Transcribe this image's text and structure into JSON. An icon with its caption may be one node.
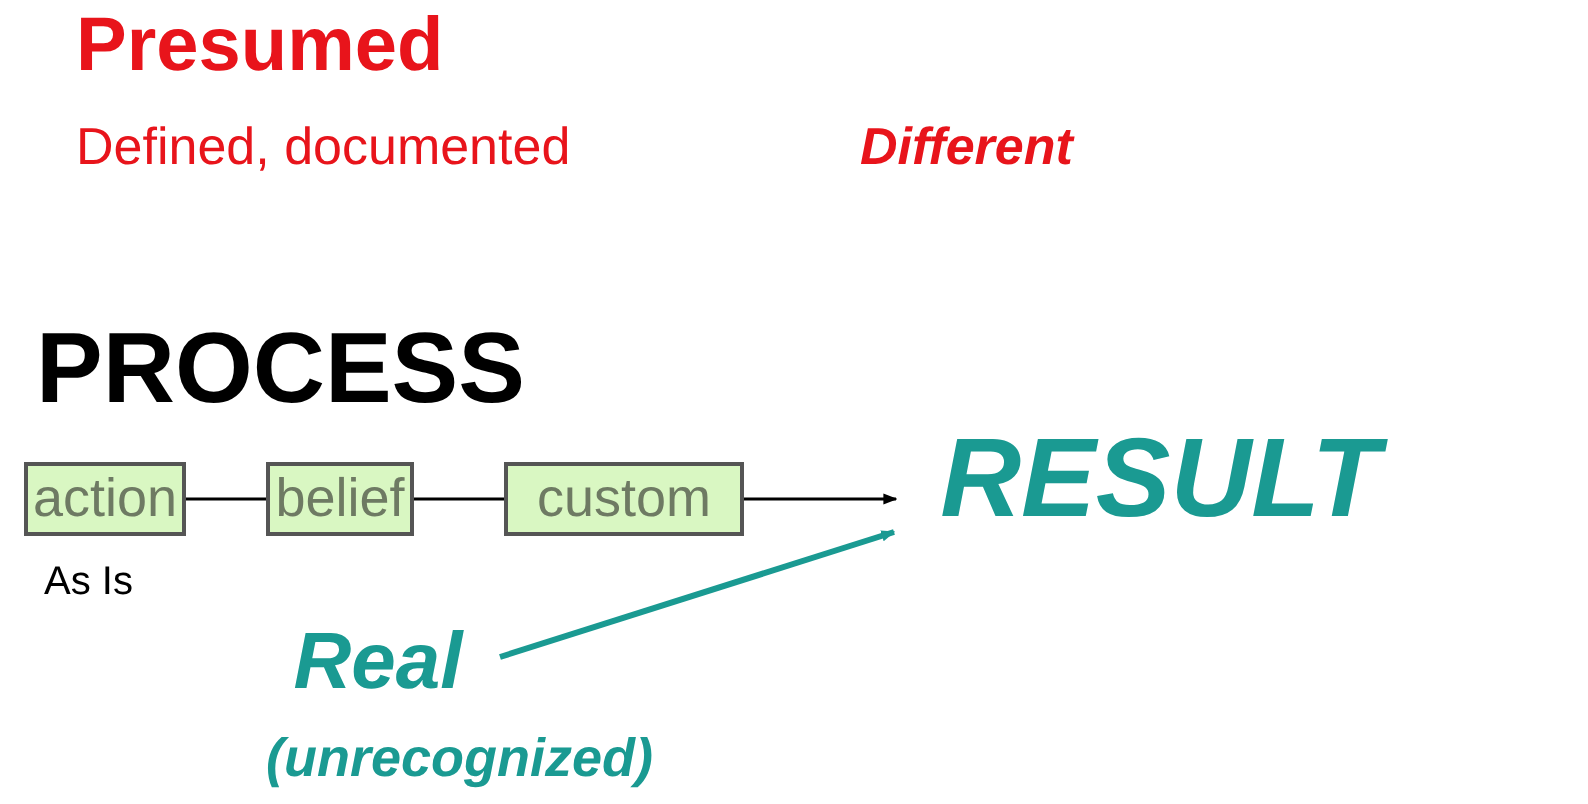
{
  "diagram": {
    "nodes": [
      {
        "text": [
          "action"
        ]
      },
      {
        "text": [
          "belief"
        ]
      },
      {
        "text": [
          "custom"
        ]
      },
      {
        "text": [
          "RESULT"
        ]
      },
      {
        "text": [
          "Real"
        ],
        "beside": [
          "(unrecognized)"
        ]
      }
    ],
    "edges": [
      {
        "from": 0,
        "to": 1,
        "arrow": "none"
      },
      {
        "from": 1,
        "to": 2,
        "arrow": "none"
      },
      {
        "from": 2,
        "to": 3,
        "arrow": "to"
      },
      {
        "from": 4,
        "to": 3,
        "arrow": "to",
        "style": "thick",
        "color": "#1a9a92"
      }
    ],
    "labels": [
      "Presumed",
      "Defined, documented",
      "Different",
      "PROCESS",
      "As Is"
    ]
  }
}
